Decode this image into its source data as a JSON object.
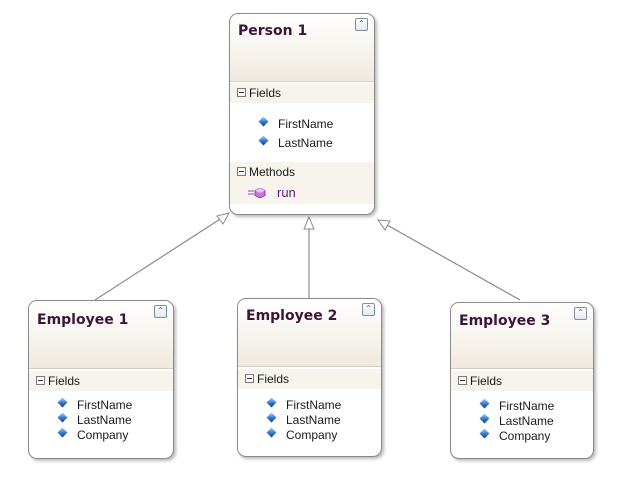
{
  "diagram": {
    "colors": {
      "title": "#3b1636",
      "border": "#8a8a8a",
      "header_fill": "#f7f4ee",
      "connector": "#8a8a8a",
      "field_icon": "#2f77d0",
      "method_icon": "#9b3fb5",
      "method_text": "#5a1e78"
    },
    "icons": {
      "collapse": "double-chevron-up-icon",
      "section_toggle": "minus-box-icon",
      "field": "blue-diamond-field-icon",
      "method": "purple-cube-method-icon"
    },
    "person": {
      "title": "Person 1",
      "fields_label": "Fields",
      "fields": [
        "FirstName",
        "LastName"
      ],
      "methods_label": "Methods",
      "methods": [
        "run"
      ]
    },
    "employees": [
      {
        "title": "Employee 1",
        "fields_label": "Fields",
        "fields": [
          "FirstName",
          "LastName",
          "Company"
        ]
      },
      {
        "title": "Employee 2",
        "fields_label": "Fields",
        "fields": [
          "FirstName",
          "LastName",
          "Company"
        ]
      },
      {
        "title": "Employee 3",
        "fields_label": "Fields",
        "fields": [
          "FirstName",
          "LastName",
          "Company"
        ]
      }
    ]
  }
}
